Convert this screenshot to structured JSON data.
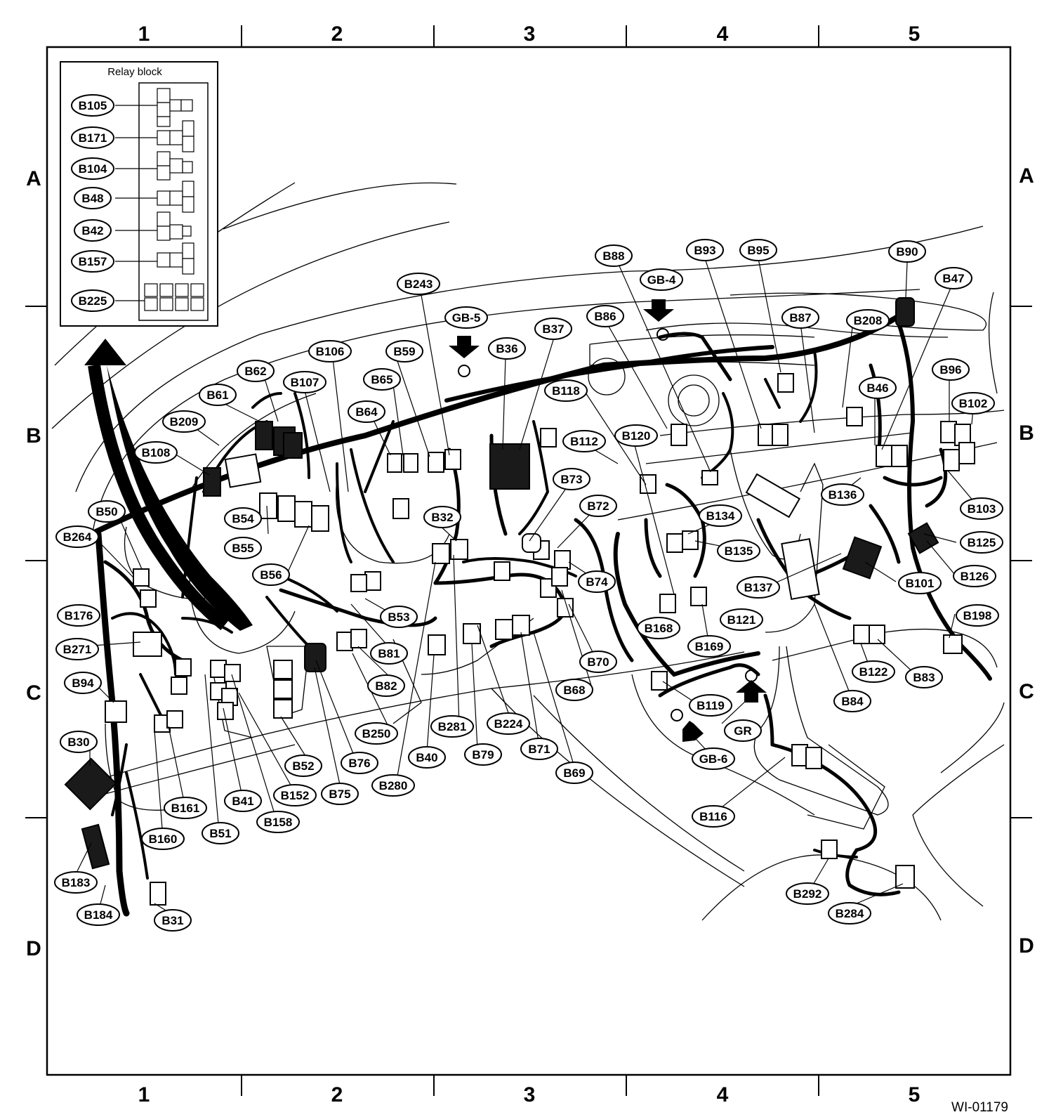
{
  "grid": {
    "columns": [
      "1",
      "2",
      "3",
      "4",
      "5"
    ],
    "rows": [
      "A",
      "B",
      "C",
      "D"
    ]
  },
  "relay_block": {
    "title": "Relay block",
    "labels": [
      "B105",
      "B171",
      "B104",
      "B48",
      "B42",
      "B157",
      "B225"
    ]
  },
  "connectors": [
    "B243",
    "GB-5",
    "B59",
    "B36",
    "B37",
    "B86",
    "B88",
    "GB-4",
    "B93",
    "B95",
    "B90",
    "B47",
    "B87",
    "B208",
    "B106",
    "B62",
    "B107",
    "B65",
    "B61",
    "B64",
    "B118",
    "B96",
    "B46",
    "B102",
    "B209",
    "B112",
    "B120",
    "B108",
    "B73",
    "B72",
    "B136",
    "B103",
    "B50",
    "B54",
    "B32",
    "B134",
    "B125",
    "B264",
    "B55",
    "B135",
    "B101",
    "B126",
    "B56",
    "B74",
    "B137",
    "B53",
    "B176",
    "B168",
    "B121",
    "B198",
    "B81",
    "B70",
    "B169",
    "B271",
    "B122",
    "B83",
    "B82",
    "B68",
    "B119",
    "B84",
    "B94",
    "B250",
    "B224",
    "GR",
    "B281",
    "B30",
    "B40",
    "B71",
    "B52",
    "B76",
    "B79",
    "B69",
    "B280",
    "B75",
    "B152",
    "B161",
    "B41",
    "B116",
    "B160",
    "B51",
    "B158",
    "B292",
    "B183",
    "B284",
    "B184",
    "B31",
    "GB-6"
  ],
  "figure_code": "WI-01179"
}
